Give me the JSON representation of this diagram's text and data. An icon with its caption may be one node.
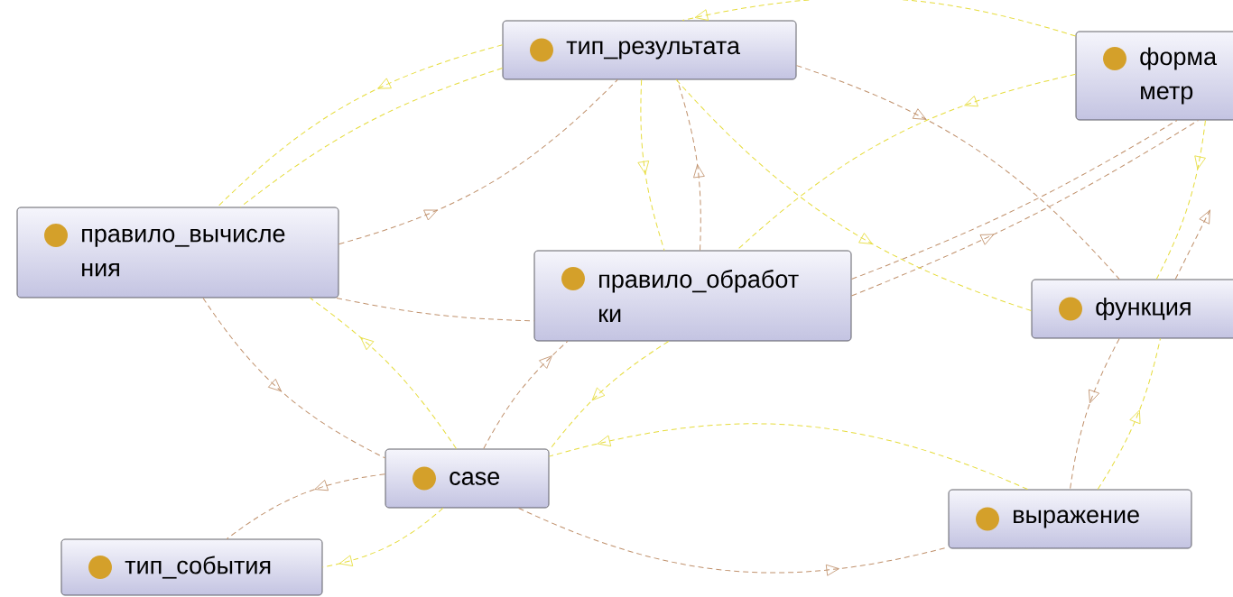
{
  "diagram": {
    "nodes": [
      {
        "text": [
          "тип_результата"
        ]
      },
      {
        "text": [
          "форма метр"
        ]
      },
      {
        "text": [
          "правило_вычисле ния"
        ]
      },
      {
        "text": [
          "правило_обработ ки"
        ]
      },
      {
        "text": [
          "функция"
        ]
      },
      {
        "text": [
          "case"
        ]
      },
      {
        "text": [
          "выражение"
        ]
      },
      {
        "text": [
          "тип_события"
        ]
      }
    ],
    "edges": [
      {
        "from": 2,
        "to": 0,
        "arrow": "to",
        "color": "#c0916c"
      },
      {
        "from": 0,
        "to": 4,
        "arrow": "to",
        "color": "#c0916c"
      },
      {
        "from": 3,
        "to": 0,
        "arrow": "to",
        "color": "#c0916c"
      },
      {
        "from": 3,
        "to": 1,
        "arrow": "to",
        "color": "#c0916c"
      },
      {
        "from": 3,
        "to": 1,
        "arrow": "none",
        "color": "#c0916c"
      },
      {
        "from": 4,
        "to": null,
        "arrow": "to",
        "color": "#c0916c"
      },
      {
        "from": 2,
        "to": 5,
        "arrow": "to",
        "color": "#c0916c"
      },
      {
        "from": 5,
        "to": 3,
        "arrow": "to",
        "color": "#c0916c"
      },
      {
        "from": 2,
        "to": 3,
        "arrow": "none",
        "color": "#c0916c"
      },
      {
        "from": 5,
        "to": 7,
        "arrow": "to",
        "color": "#c0916c"
      },
      {
        "from": 5,
        "to": 6,
        "arrow": "to",
        "color": "#c0916c"
      },
      {
        "from": 4,
        "to": 6,
        "arrow": "to",
        "color": "#c0916c"
      },
      {
        "from": 0,
        "to": 2,
        "arrow": "to",
        "color": "#e6dc3c"
      },
      {
        "from": 0,
        "to": 2,
        "arrow": "none",
        "color": "#e6dc3c"
      },
      {
        "from": 1,
        "to": 0,
        "arrow": "to",
        "color": "#e6dc3c"
      },
      {
        "from": 0,
        "to": 3,
        "arrow": "to",
        "color": "#e6dc3c"
      },
      {
        "from": 0,
        "to": 4,
        "arrow": "to",
        "color": "#e6dc3c"
      },
      {
        "from": 1,
        "to": 3,
        "arrow": "to",
        "color": "#e6dc3c"
      },
      {
        "from": 1,
        "to": 4,
        "arrow": "to",
        "color": "#e6dc3c"
      },
      {
        "from": 3,
        "to": 5,
        "arrow": "to",
        "color": "#e6dc3c"
      },
      {
        "from": 6,
        "to": 5,
        "arrow": "to",
        "color": "#e6dc3c"
      },
      {
        "from": 5,
        "to": 2,
        "arrow": "to",
        "color": "#e6dc3c"
      },
      {
        "from": 5,
        "to": 7,
        "arrow": "to",
        "color": "#e6dc3c"
      },
      {
        "from": 6,
        "to": 4,
        "arrow": "to",
        "color": "#e6dc3c"
      }
    ]
  }
}
